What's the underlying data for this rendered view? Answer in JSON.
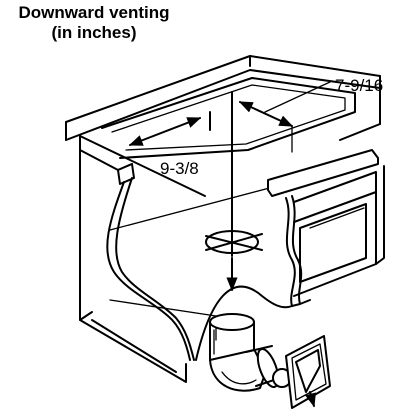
{
  "title": {
    "line1": "Downward venting",
    "line2": "(in inches)"
  },
  "dimensions": {
    "depth_label": "7-9/16",
    "width_label": "9-3/8"
  }
}
